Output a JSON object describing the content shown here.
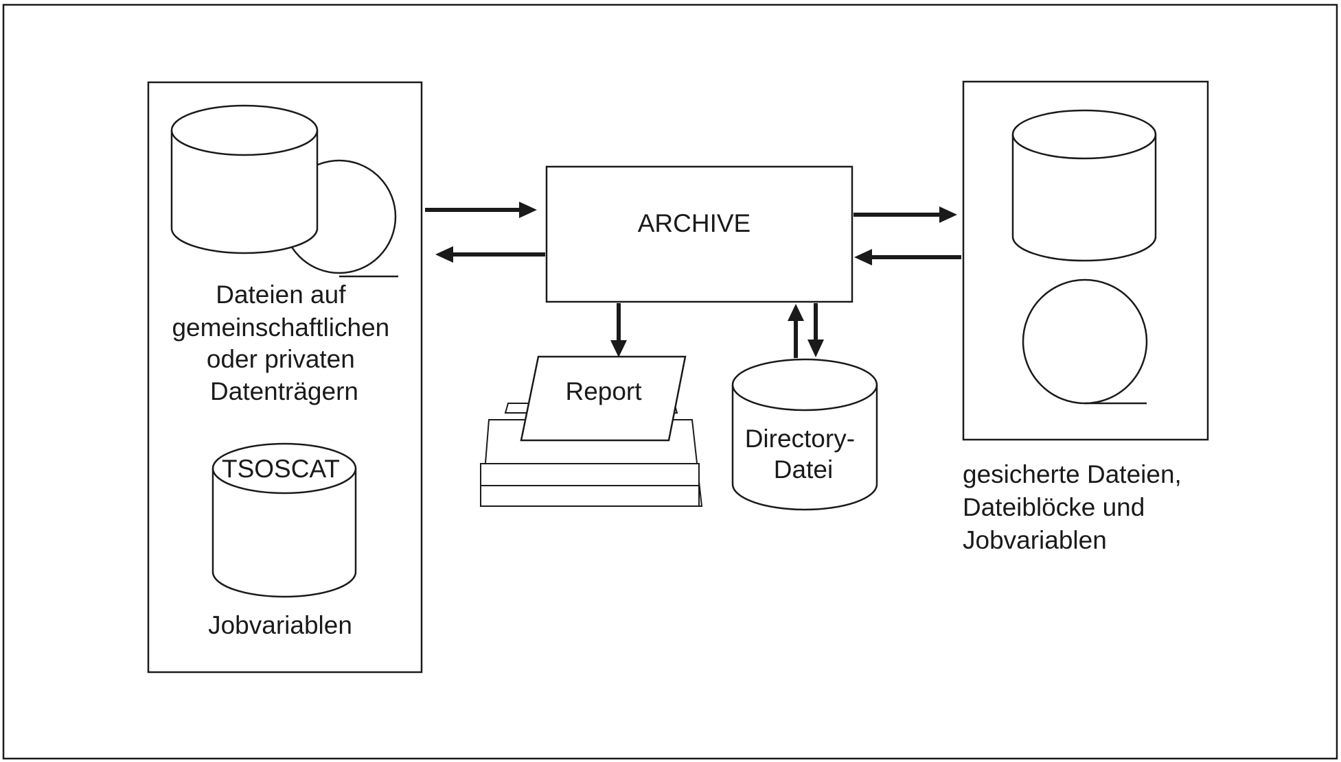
{
  "center": {
    "label": "ARCHIVE"
  },
  "left_panel": {
    "files_caption": [
      "Dateien auf",
      "gemeinschaftlichen",
      "oder privaten",
      "Datenträgern"
    ],
    "catalog_label": "TSOSCAT",
    "jobvar_caption": "Jobvariablen"
  },
  "report": {
    "label": "Report"
  },
  "directory": {
    "label": [
      "Directory-",
      "Datei"
    ]
  },
  "right_panel": {
    "caption": [
      "gesicherte Dateien,",
      "Dateiblöcke und",
      "Jobvariablen"
    ]
  }
}
